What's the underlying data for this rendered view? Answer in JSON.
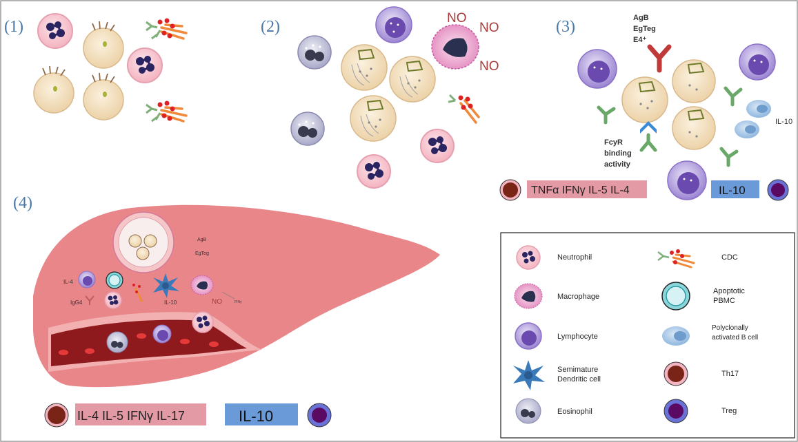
{
  "panels": {
    "p1": "(1)",
    "p2": "(2)",
    "p3": "(3)",
    "p4": "(4)"
  },
  "panel2": {
    "no_labels": [
      "NO",
      "NO",
      "NO"
    ]
  },
  "panel3": {
    "antigen_lines": [
      "AgB",
      "EgTeg",
      "E4⁺"
    ],
    "fcyr_lines": [
      "FcyR",
      "binding",
      "activity"
    ],
    "il10_label": "IL-10",
    "bar_pro": "TNFα  IFNγ  IL-5  IL-4",
    "bar_anti": "IL-10"
  },
  "panel4": {
    "agb": "AgB",
    "egteg": "EgTeg",
    "il4": "IL-4",
    "igg4": "IgG4",
    "il10": "IL-10",
    "no": "NO",
    "ifng": "IFNγ",
    "bar_pro": "IL-4 IL-5 IFNγ IL-17",
    "bar_anti": "IL-10"
  },
  "legend": {
    "items": [
      {
        "label": "Neutrophil",
        "icon": "neutrophil-icon"
      },
      {
        "label": "Macrophage",
        "icon": "macrophage-icon"
      },
      {
        "label": "Lymphocyte",
        "icon": "lymphocyte-icon"
      },
      {
        "label": "Semimature\nDendritic cell",
        "icon": "dendritic-cell-icon"
      },
      {
        "label": "Eosinophil",
        "icon": "eosinophil-icon"
      },
      {
        "label": "CDC",
        "icon": "cdc-icon"
      },
      {
        "label": "Apoptotic\nPBMC",
        "icon": "apoptotic-pbmc-icon"
      },
      {
        "label": "Polyclonally\nactivated B cell",
        "icon": "b-cell-icon"
      },
      {
        "label": "Th17",
        "icon": "th17-icon"
      },
      {
        "label": "Treg",
        "icon": "treg-icon"
      }
    ]
  },
  "colors": {
    "panel_number": "#4a78a8",
    "no_text": "#a83a3a",
    "liver": "#e8868a",
    "vessel": "#8e1a1e",
    "bar_pro": "#e49aa4",
    "bar_anti": "#6a9ad8"
  }
}
